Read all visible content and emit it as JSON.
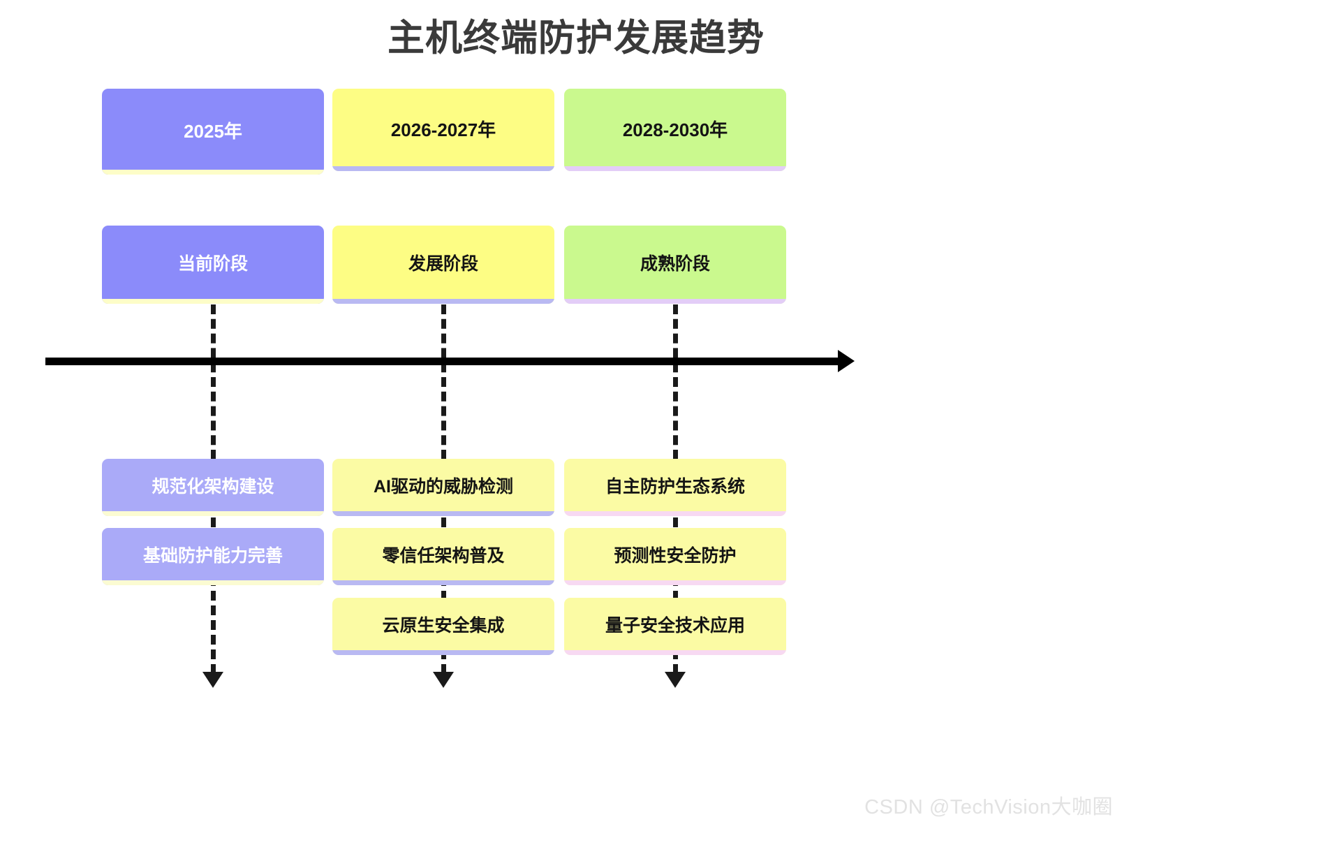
{
  "title": "主机终端防护发展趋势",
  "watermark": "CSDN @TechVision大咖圈",
  "timeline": {
    "axis_label": "time-axis",
    "arrow": "right-arrow"
  },
  "columns": [
    {
      "id": "col-2025",
      "year": "2025年",
      "stage": "当前阶段",
      "year_color": "#8b8bfa",
      "year_text_color": "#ffffff",
      "accent_color": "#fdfdc8",
      "items": [
        "规范化架构建设",
        "基础防护能力完善"
      ]
    },
    {
      "id": "col-2026-2027",
      "year": "2026-2027年",
      "stage": "发展阶段",
      "year_color": "#fdfd84",
      "year_text_color": "#141414",
      "accent_color": "#b9b9f2",
      "items": [
        "AI驱动的威胁检测",
        "零信任架构普及",
        "云原生安全集成"
      ]
    },
    {
      "id": "col-2028-2030",
      "year": "2028-2030年",
      "stage": "成熟阶段",
      "year_color": "#caf98e",
      "year_text_color": "#141414",
      "accent_color": "#f7d9f2",
      "items": [
        "自主防护生态系统",
        "预测性安全防护",
        "量子安全技术应用"
      ]
    }
  ]
}
